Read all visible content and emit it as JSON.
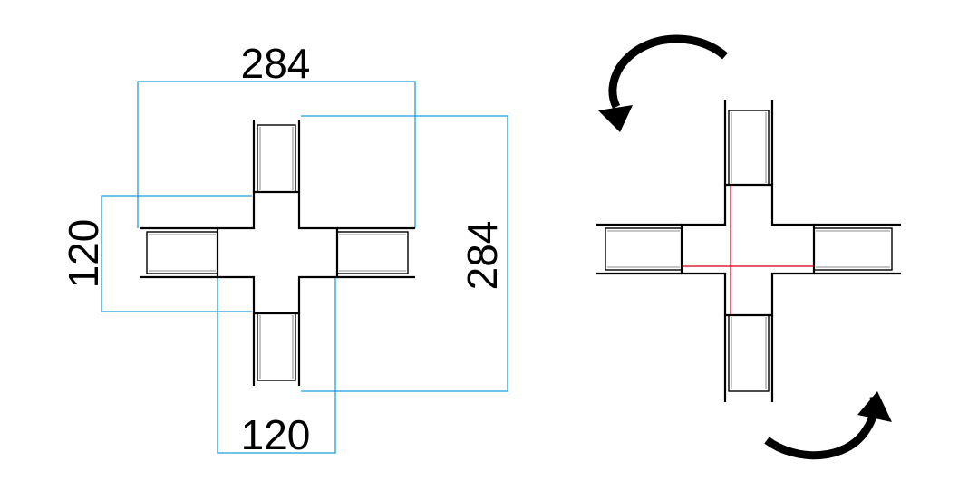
{
  "dimensions": {
    "top_width": "284",
    "right_height": "284",
    "left_height": "120",
    "bottom_width": "120"
  },
  "colors": {
    "dimension_line": "#1fa0d6",
    "cross_marker": "#e0223a",
    "outline": "#000000"
  },
  "icons": {
    "top_arrow": "curved-arrow-counterclockwise-icon",
    "bottom_arrow": "curved-arrow-clockwise-icon"
  }
}
